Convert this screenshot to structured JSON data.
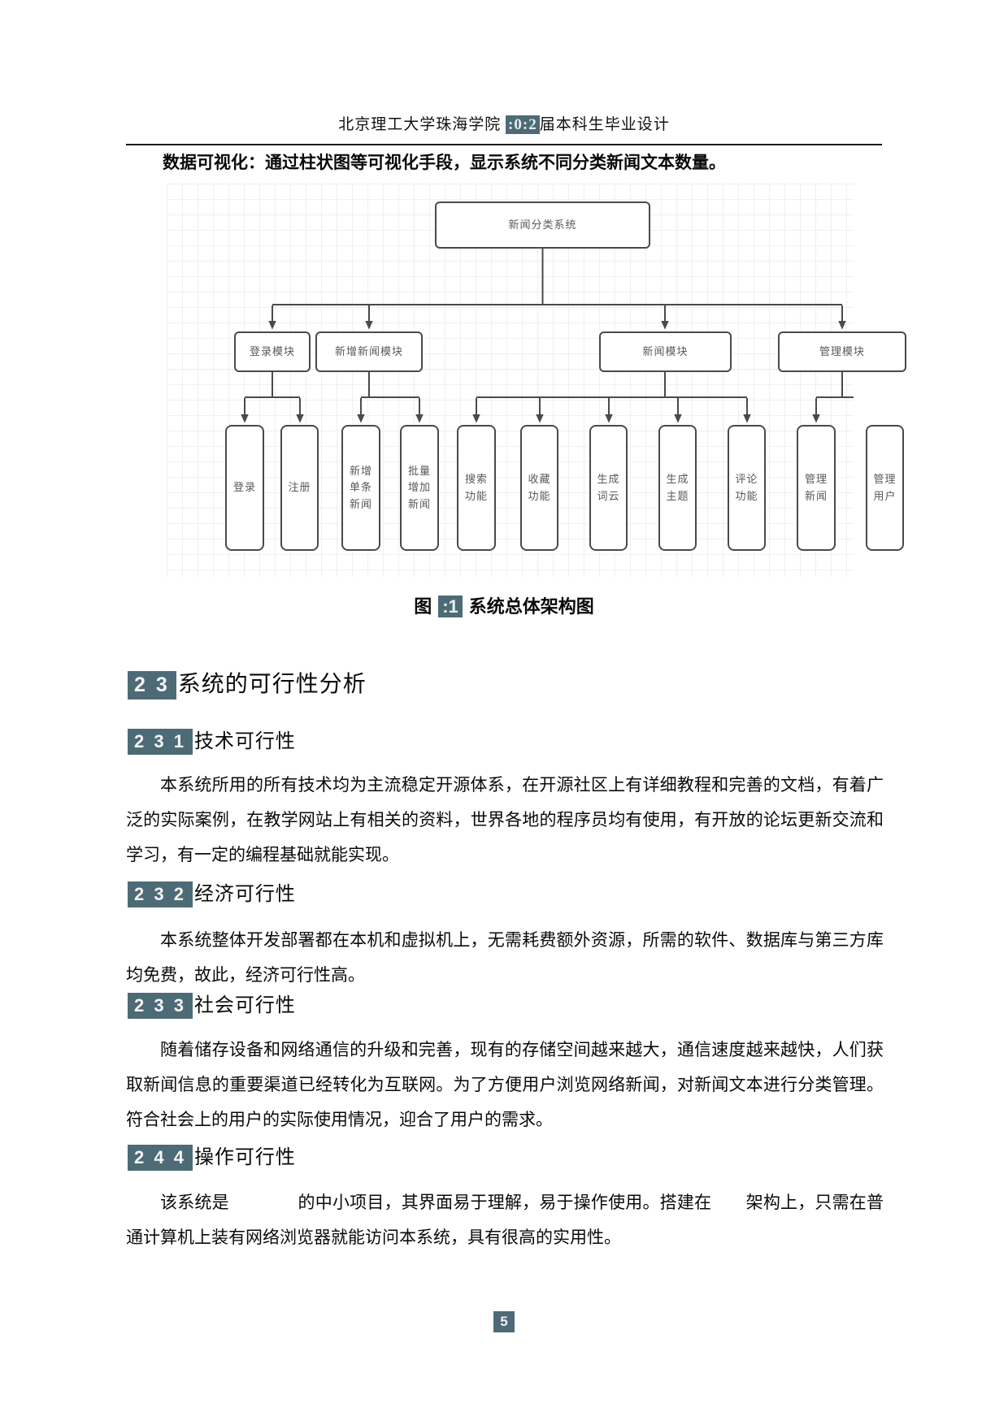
{
  "colors": {
    "highlight": "#4d6b76",
    "box_border": "#4a4a4a",
    "grid_line": "#f0f0f0"
  },
  "header": {
    "prefix": "北京理工大学珠海学院 ",
    "year": ":0:2",
    "suffix": "届本科生毕业设计"
  },
  "intro_line": "数据可视化：通过柱状图等可视化手段，显示系统不同分类新闻文本数量。",
  "diagram": {
    "root": "新闻分类系统",
    "modules": [
      {
        "label": "登录模块",
        "children": [
          "登录",
          "注册"
        ]
      },
      {
        "label": "新增新闻模块",
        "children": [
          "新增单条新闻",
          "批量增加新闻"
        ]
      },
      {
        "label": "新闻模块",
        "children": [
          "搜索功能",
          "收藏功能",
          "生成词云",
          "生成主题",
          "评论功能"
        ]
      },
      {
        "label": "管理模块",
        "children": [
          "管理新闻",
          "管理用户"
        ]
      }
    ]
  },
  "caption": {
    "figure_label": "图",
    "number": ":1",
    "title": "系统总体架构图"
  },
  "sections": {
    "s23": {
      "num": "2 3",
      "title": "系统的可行性分析"
    },
    "s231": {
      "num": "2 3 1",
      "title": "技术可行性",
      "body": "本系统所用的所有技术均为主流稳定开源体系，在开源社区上有详细教程和完善的文档，有着广泛的实际案例，在教学网站上有相关的资料，世界各地的程序员均有使用，有开放的论坛更新交流和学习，有一定的编程基础就能实现。"
    },
    "s232": {
      "num": "2 3 2",
      "title": "经济可行性",
      "body": "本系统整体开发部署都在本机和虚拟机上，无需耗费额外资源，所需的软件、数据库与第三方库均免费，故此，经济可行性高。"
    },
    "s233": {
      "num": "2 3 3",
      "title": "社会可行性",
      "body": "随着储存设备和网络通信的升级和完善，现有的存储空间越来越大，通信速度越来越快，人们获取新闻信息的重要渠道已经转化为互联网。为了方便用户浏览网络新闻，对新闻文本进行分类管理。符合社会上的用户的实际使用情况，迎合了用户的需求。"
    },
    "s244": {
      "num": "2 4 4",
      "title": "操作可行性",
      "body": "该系统是　　　　的中小项目，其界面易于理解，易于操作使用。搭建在　　架构上，只需在普通计算机上装有网络浏览器就能访问本系统，具有很高的实用性。"
    }
  },
  "footer": {
    "page_number": "5"
  }
}
